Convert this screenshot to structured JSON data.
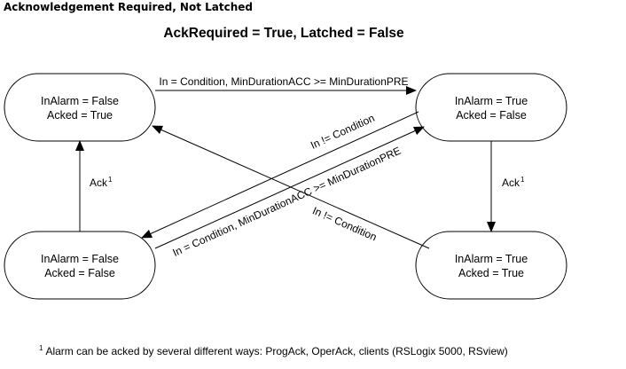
{
  "heading": "Acknowledgement Required, Not Latched",
  "diagram_title": "AckRequired = True, Latched = False",
  "states": [
    {
      "id": "s1",
      "line1": "InAlarm = False",
      "line2": "Acked = True"
    },
    {
      "id": "s2",
      "line1": "InAlarm = True",
      "line2": "Acked = False"
    },
    {
      "id": "s3",
      "line1": "InAlarm = False",
      "line2": "Acked = False"
    },
    {
      "id": "s4",
      "line1": "InAlarm = True",
      "line2": "Acked = True"
    }
  ],
  "transitions": {
    "top": "In = Condition, MinDurationACC >= MinDurationPRE",
    "diag_up": "In = Condition, MinDurationACC >= MinDurationPRE",
    "diag_down": "In != Condition",
    "cross": "In != Condition",
    "ack_left": "Ack",
    "ack_right": "Ack",
    "ack_sup": "1"
  },
  "footnote": {
    "marker": "1",
    "text": "Alarm can be acked by several different ways: ProgAck, OperAck, clients (RSLogix 5000, RSview)"
  }
}
